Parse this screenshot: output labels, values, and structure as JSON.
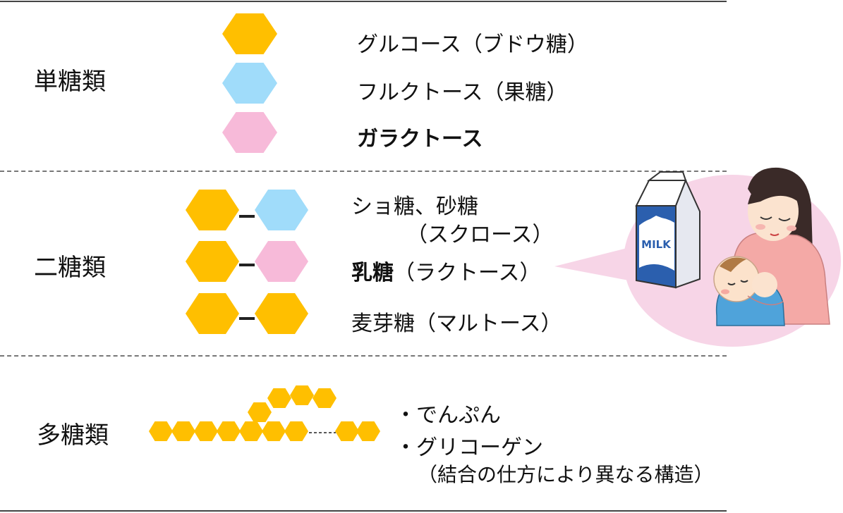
{
  "colors": {
    "glucose": "#FFBF00",
    "fructose": "#A0DCFA",
    "galactose": "#F7BAD9",
    "bubble": "#F7D5E7"
  },
  "sections": {
    "mono": {
      "title": "単糖類",
      "items": [
        {
          "label": "グルコース（ブドウ糖）",
          "bold": false
        },
        {
          "label": "フルクトース（果糖）",
          "bold": false
        },
        {
          "label": "ガラクトース",
          "bold": true
        }
      ]
    },
    "di": {
      "title": "二糖類",
      "items": [
        {
          "line1": "ショ糖、砂糖",
          "line2": "（スクロース）"
        },
        {
          "bold_part": "乳糖",
          "rest": "（ラクトース）"
        },
        {
          "label": "麦芽糖（マルトース）"
        }
      ]
    },
    "poly": {
      "title": "多糖類",
      "items": [
        "・でんぷん",
        "・グリコーゲン"
      ],
      "note": "（結合の仕方により異なる構造）"
    }
  },
  "illustration": {
    "milk_text": "MILK",
    "icons": [
      "milk-carton-icon",
      "mother-breastfeeding-baby-icon"
    ]
  }
}
